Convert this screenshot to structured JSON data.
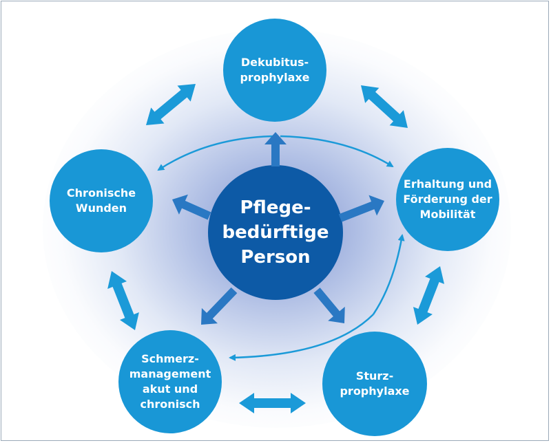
{
  "diagram": {
    "center": {
      "label": "Pflege-\nbedürftige\nPerson"
    },
    "nodes": [
      {
        "id": "dekubitus",
        "label": "Dekubitus-\nprophylaxe"
      },
      {
        "id": "mobilitaet",
        "label": "Erhaltung und\nFörderung der\nMobilität"
      },
      {
        "id": "sturz",
        "label": "Sturz-\nprophylaxe"
      },
      {
        "id": "schmerz",
        "label": "Schmerz-\nmanagement\nakut und\nchronisch"
      },
      {
        "id": "wunden",
        "label": "Chronische\nWunden"
      }
    ],
    "colors": {
      "node": "#1997d6",
      "center": "#0d5aa6",
      "arrow": "#1b9ad8",
      "center_arrow": "#2a78c3",
      "glow": "#7d92cf"
    }
  }
}
